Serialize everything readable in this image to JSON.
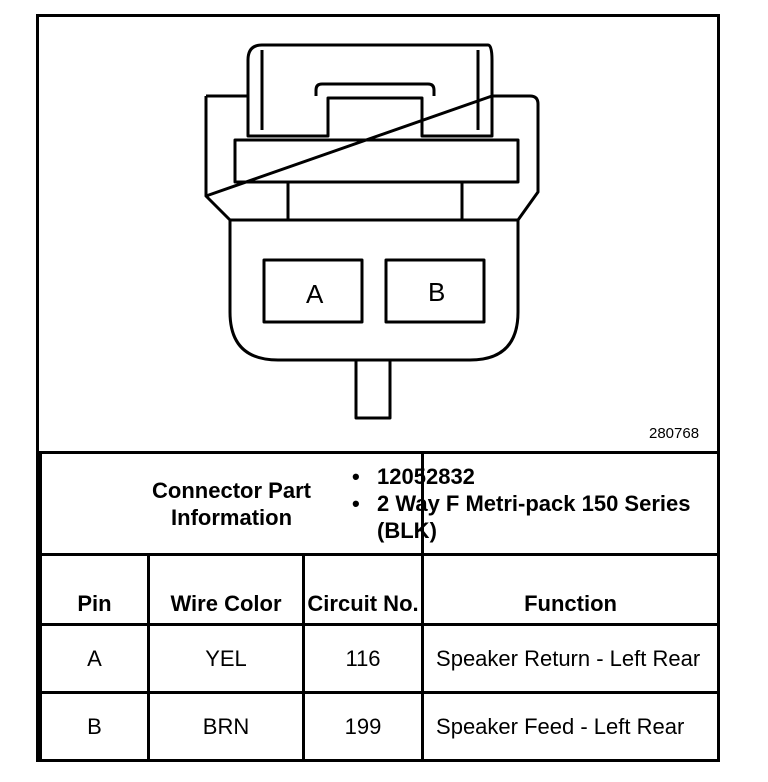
{
  "diagram": {
    "pin_labels": [
      "A",
      "B"
    ],
    "reference_number": "280768"
  },
  "connector_info": {
    "label": "Connector Part Information",
    "items": [
      "12052832",
      "2 Way F Metri-pack 150 Series (BLK)"
    ]
  },
  "pin_table": {
    "headers": [
      "Pin",
      "Wire Color",
      "Circuit No.",
      "Function"
    ],
    "rows": [
      {
        "pin": "A",
        "wire_color": "YEL",
        "circuit": "116",
        "function": "Speaker Return - Left Rear"
      },
      {
        "pin": "B",
        "wire_color": "BRN",
        "circuit": "199",
        "function": "Speaker Feed - Left Rear"
      }
    ]
  }
}
